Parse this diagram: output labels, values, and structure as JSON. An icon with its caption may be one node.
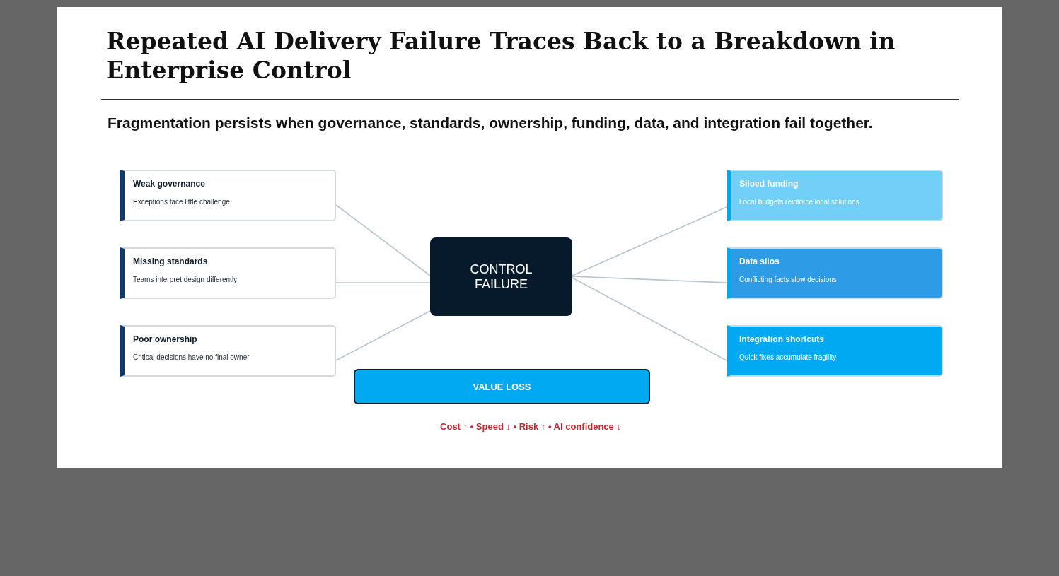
{
  "diagram": {
    "title": "Repeated AI Delivery Failure Traces Back to a Breakdown in Enterprise Control",
    "nodes": [
      {
        "text": [
          "Weak governance",
          "Exceptions face little challenge"
        ]
      },
      {
        "text": [
          "Missing standards",
          "Teams interpret design differently"
        ]
      },
      {
        "text": [
          "Poor ownership",
          "Critical decisions have no final owner"
        ]
      },
      {
        "text": [
          "CONTROL FAILURE"
        ]
      },
      {
        "text": [
          "Siloed funding",
          "Local budgets reinforce local solutions"
        ]
      },
      {
        "text": [
          "Data silos",
          "Conflicting facts slow decisions"
        ]
      },
      {
        "text": [
          "Integration shortcuts",
          "Quick fixes accumulate fragility"
        ]
      },
      {
        "text": [
          "VALUE LOSS"
        ]
      }
    ],
    "edges": [
      {
        "from": 3,
        "to": 0,
        "arrow": "none"
      },
      {
        "from": 3,
        "to": 1,
        "arrow": "none"
      },
      {
        "from": 3,
        "to": 2,
        "arrow": "none"
      },
      {
        "from": 3,
        "to": 4,
        "arrow": "none"
      },
      {
        "from": 3,
        "to": 5,
        "arrow": "none"
      },
      {
        "from": 3,
        "to": 6,
        "arrow": "none"
      }
    ],
    "labels": [
      "Fragmentation persists when governance, standards, ownership, funding, data, and integration fail together.",
      "Cost ↑ • Speed ↓ • Risk ↑ • AI confidence ↓"
    ]
  }
}
